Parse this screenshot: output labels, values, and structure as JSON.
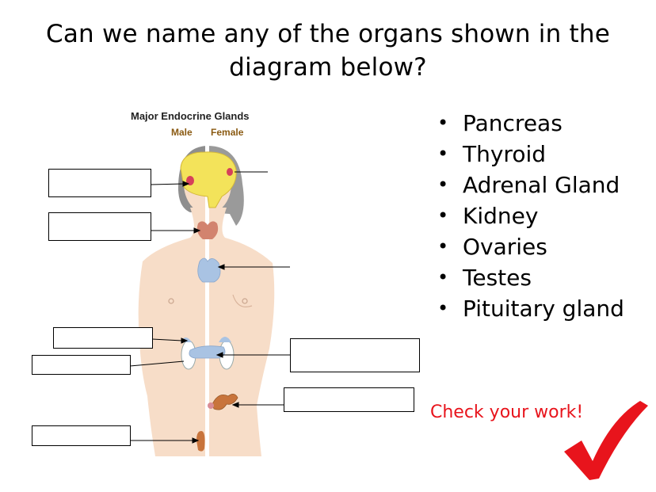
{
  "title": {
    "line1": "Can we name any of the organs shown in the",
    "line2": "diagram below?"
  },
  "diagram": {
    "caption": "Major Endocrine Glands",
    "male_label": "Male",
    "female_label": "Female"
  },
  "organ_list": [
    "Pancreas",
    "Thyroid",
    "Adrenal Gland",
    "Kidney",
    "Ovaries",
    "Testes",
    "Pituitary gland"
  ],
  "check": {
    "text": "Check your work!",
    "icon": "checkmark-icon",
    "color": "#e8141c"
  },
  "colors": {
    "skin": "#f7ddc8",
    "hair": "#9a9a9a",
    "brain": "#f3e35a",
    "thyroid": "#d2836e",
    "pancreas": "#a9c3e3",
    "gonad": "#c8743c"
  }
}
